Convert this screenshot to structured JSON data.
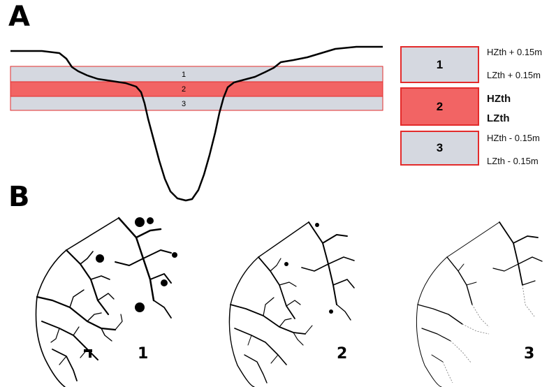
{
  "panels": {
    "a": "A",
    "b": "B"
  },
  "bands": [
    {
      "label": "1",
      "color": "#d5d8e0"
    },
    {
      "label": "2",
      "color": "#f26464"
    },
    {
      "label": "3",
      "color": "#d5d8e0"
    }
  ],
  "legend": [
    {
      "number": "1",
      "upper": "HZth + 0.15m",
      "lower": "LZth + 0.15m"
    },
    {
      "number": "2",
      "upper": "HZth",
      "lower": "LZth"
    },
    {
      "number": "3",
      "upper": "HZth - 0.15m",
      "lower": "LZth - 0.15m"
    }
  ],
  "networks": [
    {
      "label": "1",
      "style": "thick-blobs"
    },
    {
      "label": "2",
      "style": "medium"
    },
    {
      "label": "3",
      "style": "thin-fragmented"
    }
  ],
  "colors": {
    "band_border": "#e32b2b",
    "band_grey": "#d5d8e0",
    "band_red": "#f26464",
    "line": "#000000"
  }
}
